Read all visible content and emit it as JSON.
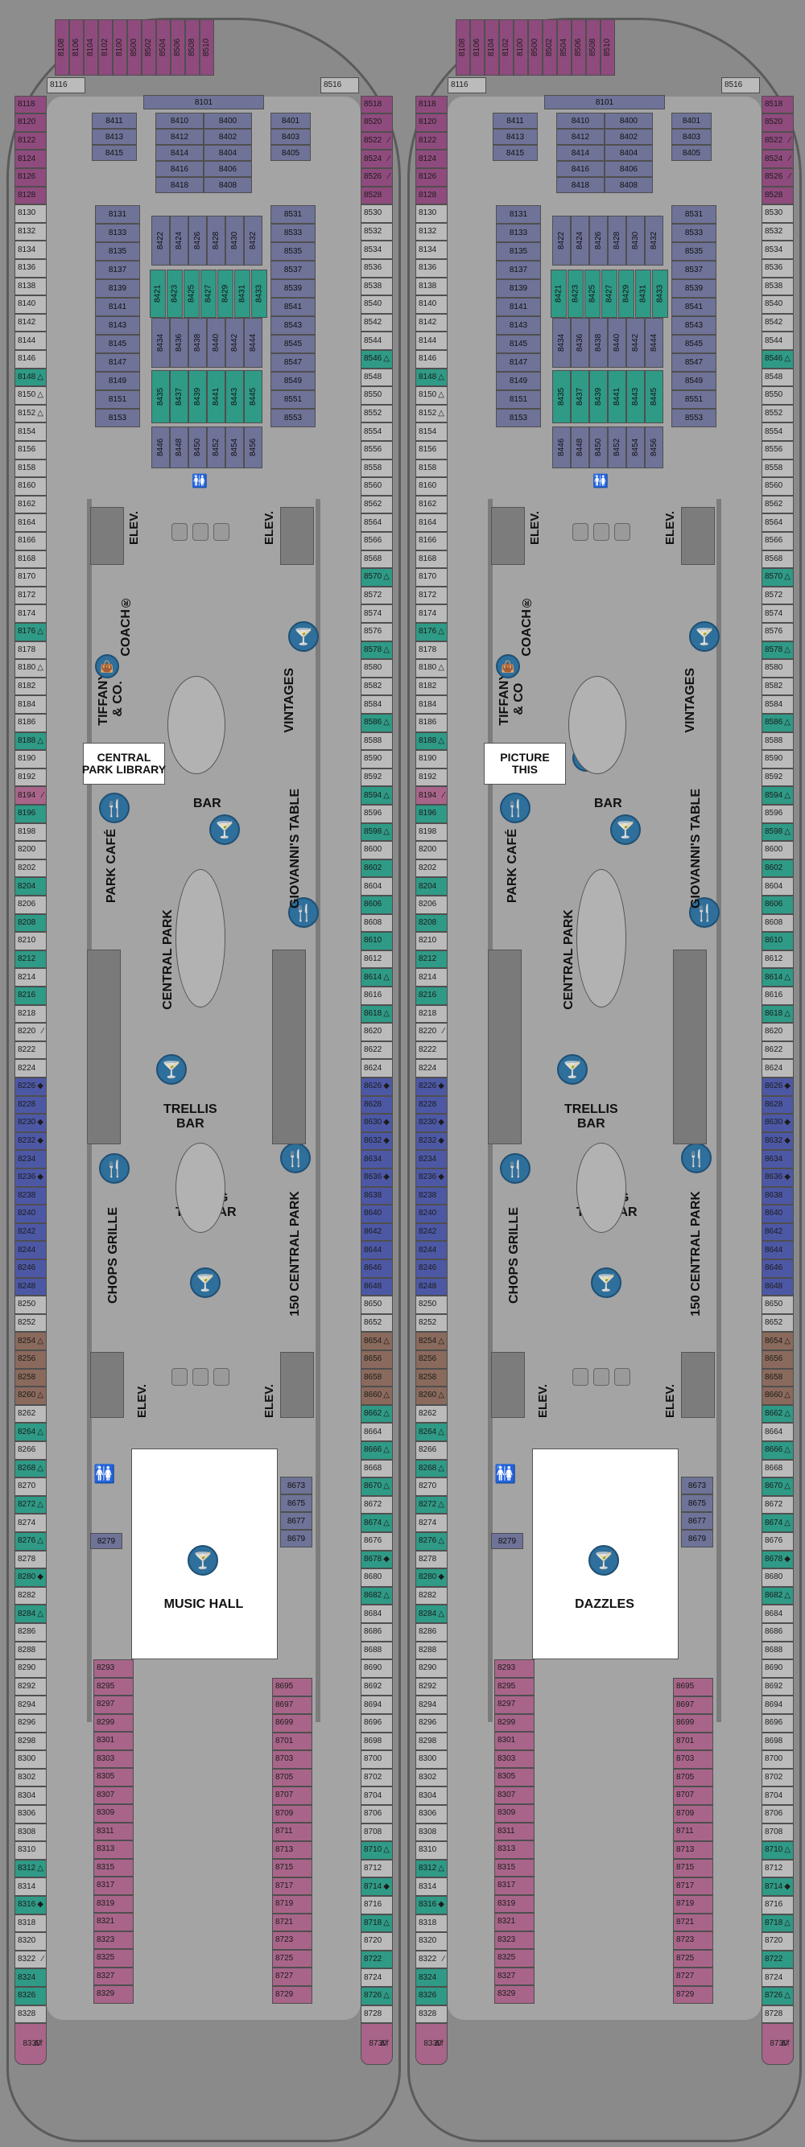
{
  "colors": {
    "std": "#bbbbbb",
    "balcony": "#8f4b7d",
    "interior": "#6f7398",
    "oval": "#4d58a5",
    "suite": "#a86589",
    "accessible": "#2f9a86",
    "blue_cabin": "#5964a8",
    "brown": "#8a6a5c",
    "icon": "#2e6f9c",
    "hull_edge": "#5b5b5b",
    "deck": "#a4a4a4"
  },
  "decks": [
    {
      "id": "left",
      "library_label": "CENTRAL\nPARK LIBRARY",
      "theater_label": "MUSIC HALL",
      "coach_label": "COACH®",
      "tiffany_label": "TIFFANY\n& CO."
    },
    {
      "id": "right",
      "library_label": "PICTURE\nTHIS",
      "theater_label": "DAZZLES",
      "coach_label": "COACH®",
      "tiffany_label": "TIFFANY\n& CO"
    }
  ],
  "venues": {
    "bar": "BAR",
    "park_cafe": "PARK CAFÉ",
    "central_park": "CENTRAL PARK",
    "giovannis": "GIOVANNI'S TABLE",
    "vintages": "VINTAGES",
    "trellis": "TRELLIS\nBAR",
    "rising_tide": "RISING\nTIDE BAR",
    "chops": "CHOPS GRILLE",
    "central150": "150 CENTRAL PARK",
    "elev": "ELEV."
  },
  "top_cabins": [
    "8108",
    "8106",
    "8104",
    "8102",
    "8100",
    "8500",
    "8502",
    "8504",
    "8506",
    "8508",
    "8510"
  ],
  "port_cabins": [
    "8116",
    "8118",
    "8120",
    "8122",
    "8124",
    "8126",
    "8128",
    "8130",
    "8132",
    "8134",
    "8136",
    "8138",
    "8140",
    "8142",
    "8144",
    "8146",
    "8148",
    "8150",
    "8152",
    "8154",
    "8156",
    "8158",
    "8160",
    "8162",
    "8164",
    "8166",
    "8168",
    "8170",
    "8172",
    "8174",
    "8176",
    "8178",
    "8180",
    "8182",
    "8184",
    "8186",
    "8188",
    "8190",
    "8192",
    "8194",
    "8196",
    "8198",
    "8200",
    "8202",
    "8204",
    "8206",
    "8208",
    "8210",
    "8212",
    "8214",
    "8216",
    "8218",
    "8220",
    "8222",
    "8224",
    "8226",
    "8228",
    "8230",
    "8232",
    "8234",
    "8236",
    "8238",
    "8240",
    "8242",
    "8244",
    "8246",
    "8248",
    "8250",
    "8252",
    "8254",
    "8256",
    "8258",
    "8260",
    "8262",
    "8264",
    "8266",
    "8268",
    "8270",
    "8272",
    "8274",
    "8276",
    "8278",
    "8280",
    "8282",
    "8284",
    "8286",
    "8288",
    "8290",
    "8292",
    "8294",
    "8296",
    "8298",
    "8300",
    "8302",
    "8304",
    "8306",
    "8308",
    "8310",
    "8312",
    "8314",
    "8316",
    "8318",
    "8320",
    "8322",
    "8324",
    "8326",
    "8328",
    "8330"
  ],
  "stbd_cabins": [
    "8516",
    "8518",
    "8520",
    "8522",
    "8524",
    "8526",
    "8528",
    "8530",
    "8532",
    "8534",
    "8536",
    "8538",
    "8540",
    "8542",
    "8544",
    "8546",
    "8548",
    "8550",
    "8552",
    "8554",
    "8556",
    "8558",
    "8560",
    "8562",
    "8564",
    "8566",
    "8568",
    "8570",
    "8572",
    "8574",
    "8576",
    "8578",
    "8580",
    "8582",
    "8584",
    "8586",
    "8588",
    "8590",
    "8592",
    "8594",
    "8596",
    "8598",
    "8600",
    "8602",
    "8604",
    "8606",
    "8608",
    "8610",
    "8612",
    "8614",
    "8616",
    "8618",
    "8620",
    "8622",
    "8624",
    "8626",
    "8628",
    "8630",
    "8632",
    "8634",
    "8636",
    "8638",
    "8640",
    "8642",
    "8644",
    "8646",
    "8648",
    "8650",
    "8652",
    "8654",
    "8656",
    "8658",
    "8660",
    "8662",
    "8664",
    "8666",
    "8668",
    "8670",
    "8672",
    "8674",
    "8676",
    "8678",
    "8680",
    "8682",
    "8684",
    "8686",
    "8688",
    "8690",
    "8692",
    "8694",
    "8696",
    "8698",
    "8700",
    "8702",
    "8704",
    "8706",
    "8708",
    "8710",
    "8712",
    "8714",
    "8716",
    "8718",
    "8720",
    "8722",
    "8724",
    "8726",
    "8728",
    "8730"
  ],
  "aft_port_inner": [
    "8293",
    "8295",
    "8297",
    "8299",
    "8301",
    "8303",
    "8305",
    "8307",
    "8309",
    "8311",
    "8313",
    "8315",
    "8317",
    "8319",
    "8321",
    "8323",
    "8325",
    "8327",
    "8329"
  ],
  "aft_stbd_inner": [
    "8695",
    "8697",
    "8699",
    "8701",
    "8703",
    "8705",
    "8707",
    "8709",
    "8711",
    "8713",
    "8715",
    "8717",
    "8719",
    "8721",
    "8723",
    "8725",
    "8727",
    "8729"
  ],
  "fwd_inner_left": [
    "8131",
    "8133",
    "8135",
    "8137",
    "8139",
    "8141",
    "8143",
    "8145",
    "8147",
    "8149",
    "8151",
    "8153"
  ],
  "fwd_inner_right": [
    "8531",
    "8533",
    "8535",
    "8537",
    "8539",
    "8541",
    "8543",
    "8545",
    "8547",
    "8549",
    "8551",
    "8553"
  ],
  "fwd_center_left": [
    "8411",
    "8413",
    "8415"
  ],
  "fwd_center_mid_a": [
    "8410",
    "8412",
    "8414",
    "8416",
    "8418"
  ],
  "fwd_center_mid_b": [
    "8400",
    "8402",
    "8404",
    "8406",
    "8408"
  ],
  "fwd_center_right": [
    "8401",
    "8403",
    "8405"
  ],
  "fwd_header": "8101",
  "grid_rows": [
    [
      "8422",
      "8424",
      "8426",
      "8428",
      "8430",
      "8432"
    ],
    [
      "8421",
      "8423",
      "8425",
      "8427",
      "8429",
      "8431",
      "8433"
    ],
    [
      "8434",
      "8436",
      "8438",
      "8440",
      "8442",
      "8444"
    ],
    [
      "8435",
      "8437",
      "8439",
      "8441",
      "8443",
      "8445"
    ],
    [
      "8446",
      "8448",
      "8450",
      "8452",
      "8454",
      "8456"
    ]
  ],
  "mid_stbd_small": [
    "8673",
    "8675",
    "8677",
    "8679"
  ],
  "mid_port_small": "8279"
}
